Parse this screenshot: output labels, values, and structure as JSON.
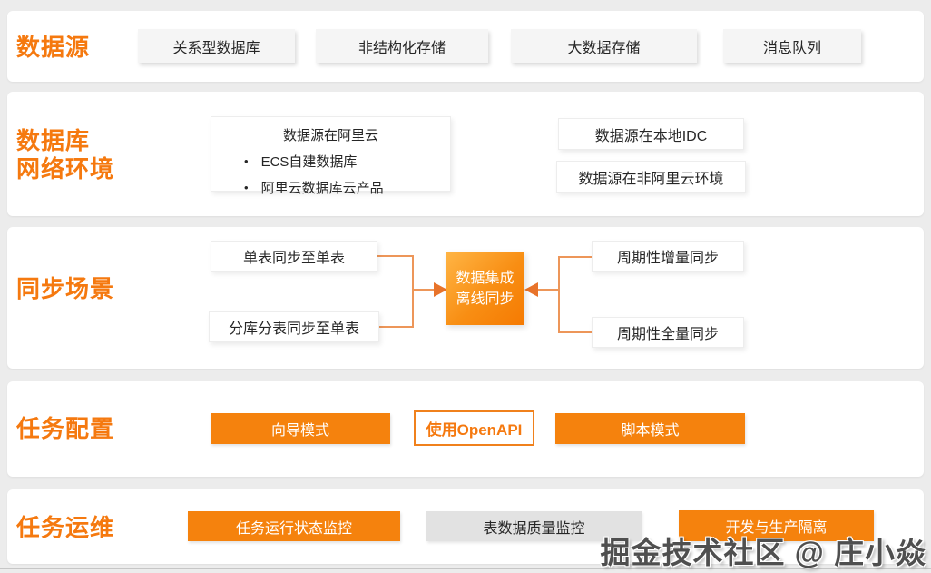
{
  "colors": {
    "accent_fill": "#F5820D",
    "accent_text": "#F5790F",
    "gradient_start": "#FFB545",
    "gradient_end": "#F57A02",
    "connector_line": "#ED9659",
    "arrow_fill": "#E8732A",
    "card_bg": "#FFFFFF",
    "page_bg": "#ECECEC",
    "gray_box_bg": "#F5F5F5",
    "gray_button_bg": "#E2E2E2"
  },
  "icons": {
    "bullet": "•"
  },
  "sections": {
    "datasource": {
      "label": "数据源",
      "boxes": [
        "关系型数据库",
        "非结构化存储",
        "大数据存储",
        "消息队列"
      ]
    },
    "network": {
      "label_line1": "数据库",
      "label_line2": "网络环境",
      "aliyun_box": {
        "title": "数据源在阿里云",
        "bullets": [
          "ECS自建数据库",
          "阿里云数据库云产品"
        ]
      },
      "idc_box": "数据源在本地IDC",
      "non_aliyun_box": "数据源在非阿里云环境"
    },
    "sync": {
      "label": "同步场景",
      "left_top": "单表同步至单表",
      "left_bottom": "分库分表同步至单表",
      "center_line1": "数据集成",
      "center_line2": "离线同步",
      "right_top": "周期性增量同步",
      "right_bottom": "周期性全量同步"
    },
    "task_config": {
      "label": "任务配置",
      "wizard": "向导模式",
      "openapi": "使用OpenAPI",
      "script": "脚本模式"
    },
    "task_ops": {
      "label": "任务运维",
      "monitor": "任务运行状态监控",
      "quality": "表数据质量监控",
      "isolation": "开发与生产隔离"
    }
  },
  "watermark": {
    "text": "掘金技术社区 @ 庄小焱"
  }
}
